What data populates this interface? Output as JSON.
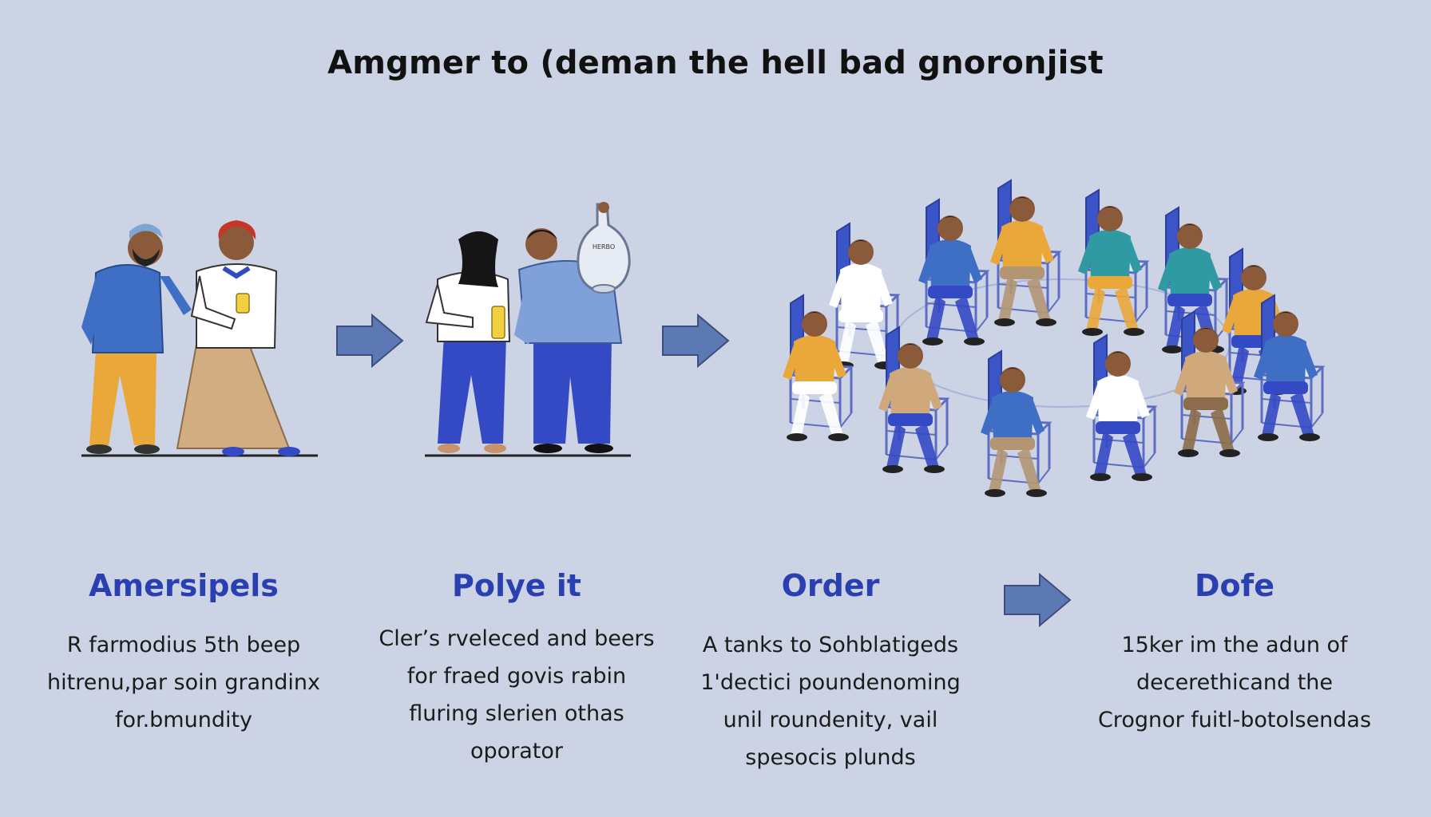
{
  "title": "Amgmer to (deman the hell bad gnoronjist",
  "steps": [
    {
      "title": "Amersipels",
      "lines": [
        "R farmodius 5th beep",
        "hitrenu,par soin grandinx",
        "for.bmundity"
      ]
    },
    {
      "title": "Polye it",
      "lines": [
        "Cler’s rveleced and beers",
        "for fraed govis rabin",
        "fluring slerien othas",
        "oporator"
      ]
    },
    {
      "title": "Order",
      "lines": [
        "A tanks to Sohblatigeds",
        "1'dectici poundenoming",
        "unil roundenity, vail",
        "spesocis plunds"
      ]
    },
    {
      "title": "Dofe",
      "lines": [
        "15ker im the adun of",
        "decerethicand the",
        "Crognor fuitl-botolsendas"
      ]
    }
  ],
  "bottle_label": "HERBO",
  "colors": {
    "background": "#ccd3e4",
    "accent_blue": "#2b40b0",
    "arrow": "#5c79b3",
    "shirt_blue": "#3e6fc4",
    "trousers_blue": "#3449c4",
    "mustard": "#eba83a",
    "teal": "#2f9aa2",
    "tan": "#cfa87c",
    "chair_outline": "#5d6ec2"
  }
}
